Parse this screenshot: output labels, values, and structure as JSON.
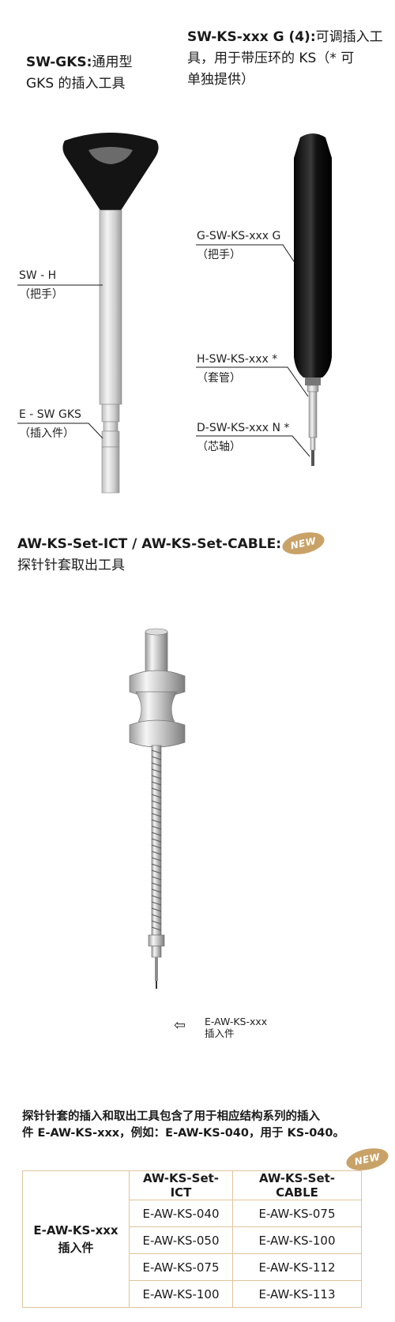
{
  "section1": {
    "left_title_bold": "SW-GKS:",
    "left_title_rest": "通用型",
    "left_title_line2": "GKS 的插入工具",
    "right_title_bold": "SW-KS-xxx G (4):",
    "right_title_rest": "可调插入工",
    "right_title_line2": "具，用于带压环的 KS（* 可",
    "right_title_line3": "单独提供）",
    "left_callouts": [
      {
        "code": "SW - H",
        "name": "（把手）"
      },
      {
        "code": "E - SW GKS",
        "name": "（插入件）"
      }
    ],
    "right_callouts": [
      {
        "code": "G-SW-KS-xxx G",
        "name": "（把手）"
      },
      {
        "code": "H-SW-KS-xxx *",
        "name": "（套管）"
      },
      {
        "code": "D-SW-KS-xxx N *",
        "name": "（芯轴）"
      }
    ]
  },
  "section2": {
    "title_line1": "AW-KS-Set-ICT / AW-KS-Set-CABLE:",
    "title_line2": "探针针套取出工具",
    "badge": "NEW",
    "arrow_label_line1": "E-AW-KS-xxx",
    "arrow_label_line2": "插入件"
  },
  "section3": {
    "paragraph_line1": "探针针套的插入和取出工具包含了用于相应结构系列的插入",
    "paragraph_line2": "件 E-AW-KS-xxx，例如：E-AW-KS-040，用于 KS-040。",
    "badge": "NEW",
    "table": {
      "row_label_line1": "E-AW-KS-xxx",
      "row_label_line2": "插入件",
      "headers": [
        "AW-KS-Set-ICT",
        "AW-KS-Set-CABLE"
      ],
      "rows": [
        [
          "E-AW-KS-040",
          "E-AW-KS-075"
        ],
        [
          "E-AW-KS-050",
          "E-AW-KS-100"
        ],
        [
          "E-AW-KS-075",
          "E-AW-KS-112"
        ],
        [
          "E-AW-KS-100",
          "E-AW-KS-113"
        ]
      ]
    }
  }
}
